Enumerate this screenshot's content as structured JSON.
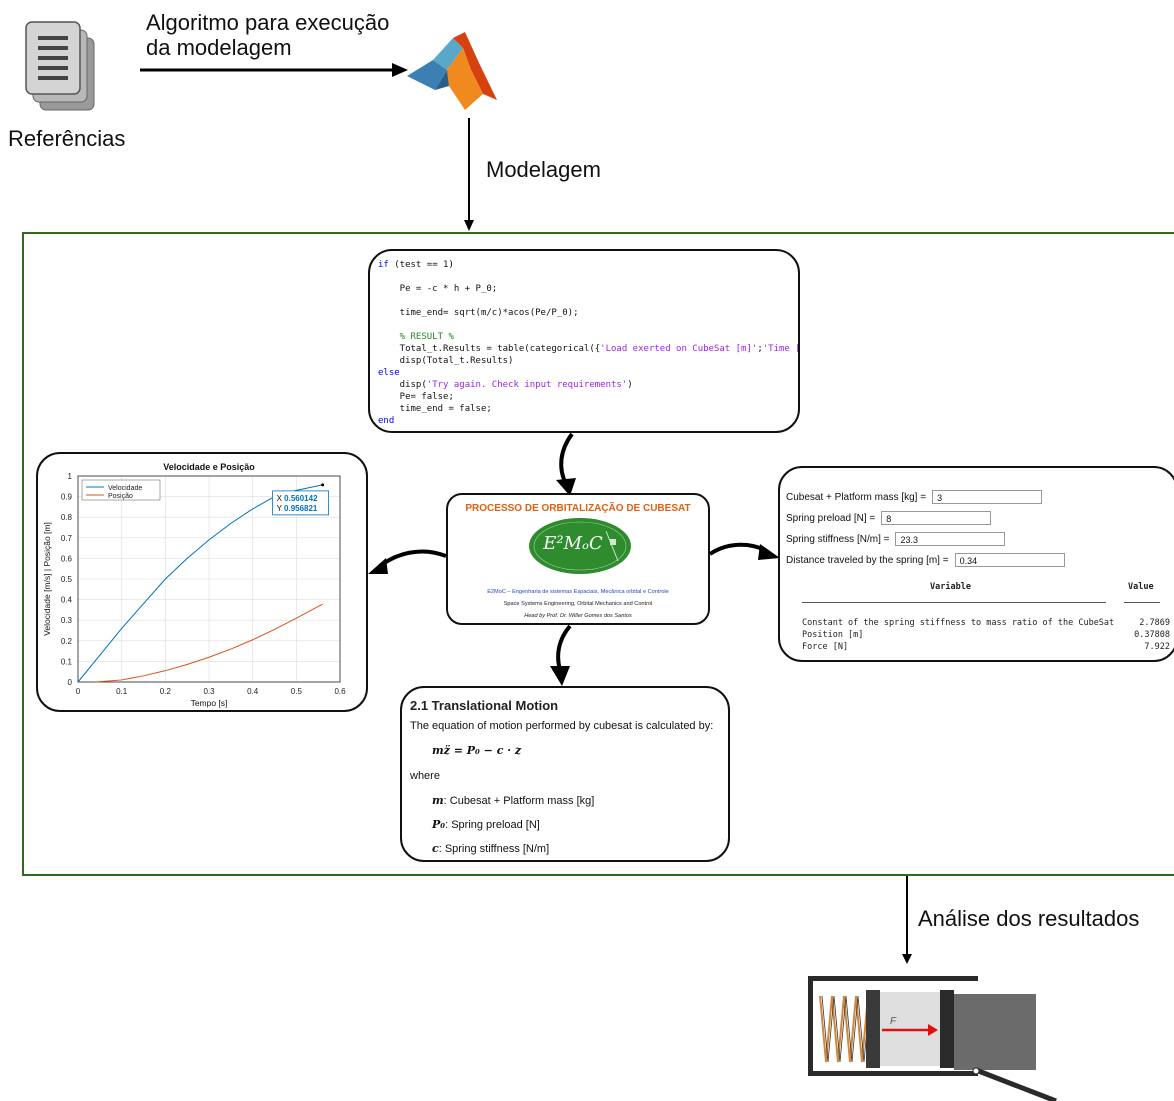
{
  "top": {
    "algorithm_label_line1": "Algoritmo para execução",
    "algorithm_label_line2": "da modelagem",
    "references_label": "Referências",
    "modeling_label": "Modelagem",
    "analysis_label": "Análise dos resultados"
  },
  "code": {
    "lines": [
      "if (test == 1)",
      "",
      "    Pe = -c * h + P_0;",
      "",
      "    time_end= sqrt(m/c)*acos(Pe/P_0);",
      "",
      "    % RESULT %",
      "    Total_t.Results = table(categorical({'Load exerted on CubeSat [m]';'Time [s]'})",
      "    disp(Total_t.Results)",
      "else",
      "    disp('Try again. Check input requirements')",
      "    Pe= false;",
      "    time_end = false;",
      "end"
    ]
  },
  "center": {
    "title": "PROCESSO DE ORBITALIZAÇÃO DE CUBESAT",
    "logo_text": "E²MₒC",
    "line1": "E2MoC – Engenharia de sistemas Espaciais, Mecânica orbital e Controle",
    "line2": "Space Systems Engineering, Orbital Mechanics and Control",
    "line3": "Head by Prof. Dr. Willer Gomes dos Santos",
    "colors": {
      "title": "#e06010",
      "logo_green": "#2e8b2e",
      "line1": "#2244cc"
    }
  },
  "plot": {
    "title": "Velocidade e Posição",
    "xlabel": "Tempo [s]",
    "ylabel": "Velocidade [m/s] | Posição [m]",
    "legend": [
      "Velocidade",
      "Posição"
    ],
    "datatip_x_label": "X",
    "datatip_x": "0.560142",
    "datatip_y_label": "Y",
    "datatip_y": "0.956821",
    "x_ticks": [
      "0",
      "0.1",
      "0.2",
      "0.3",
      "0.4",
      "0.5",
      "0.6"
    ],
    "y_ticks": [
      "0",
      "0.1",
      "0.2",
      "0.3",
      "0.4",
      "0.5",
      "0.6",
      "0.7",
      "0.8",
      "0.9",
      "1"
    ],
    "series_colors": [
      "#0072bd",
      "#d95319"
    ]
  },
  "params": {
    "mass_label": "Cubesat + Platform mass [kg] =",
    "mass_value": "3",
    "preload_label": "Spring preload [N] =",
    "preload_value": "8",
    "stiffness_label": "Spring stiffness [N/m] =",
    "stiffness_value": "23.3",
    "distance_label": "Distance traveled by the spring [m] =",
    "distance_value": "0.34",
    "table_header_variable": "Variable",
    "table_header_value": "Value",
    "rows": [
      {
        "name": "Constant of the spring stiffness to mass ratio of the CubeSat",
        "value": "2.7869"
      },
      {
        "name": "Position [m]",
        "value": "0.37808"
      },
      {
        "name": "Force [N]",
        "value": "7.922"
      }
    ]
  },
  "motion": {
    "heading": "2.1 Translational Motion",
    "intro": "The equation of motion performed by cubesat is calculated by:",
    "equation": "mz̈ = P₀ − c · z",
    "where": "where",
    "m_sym": "m",
    "m_desc": ": Cubesat + Platform mass [kg]",
    "p_sym": "P₀",
    "p_desc": ": Spring preload [N]",
    "c_sym": "c",
    "c_desc": ": Spring stiffness [N/m]"
  },
  "spring": {
    "force_label": "F"
  },
  "chart_data": {
    "type": "line",
    "title": "Velocidade e Posição",
    "xlabel": "Tempo [s]",
    "ylabel": "Velocidade [m/s] | Posição [m]",
    "xlim": [
      0,
      0.6
    ],
    "ylim": [
      0,
      1
    ],
    "grid": true,
    "legend_position": "top-left",
    "series": [
      {
        "name": "Velocidade",
        "x": [
          0,
          0.05,
          0.1,
          0.15,
          0.2,
          0.25,
          0.3,
          0.35,
          0.4,
          0.45,
          0.5,
          0.56
        ],
        "y": [
          0,
          0.13,
          0.26,
          0.38,
          0.5,
          0.6,
          0.69,
          0.77,
          0.84,
          0.9,
          0.93,
          0.957
        ]
      },
      {
        "name": "Posição",
        "x": [
          0.04,
          0.1,
          0.15,
          0.2,
          0.25,
          0.3,
          0.35,
          0.4,
          0.45,
          0.5,
          0.56
        ],
        "y": [
          0,
          0.01,
          0.03,
          0.055,
          0.085,
          0.12,
          0.16,
          0.205,
          0.255,
          0.31,
          0.378
        ]
      }
    ]
  }
}
